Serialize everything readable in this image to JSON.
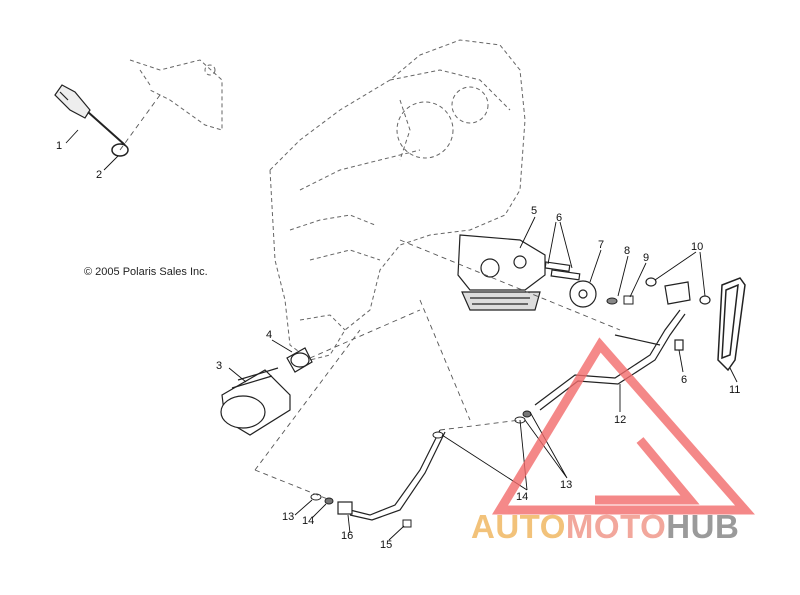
{
  "copyright": "© 2005 Polaris Sales Inc.",
  "watermark": {
    "part1": "AUTO",
    "part2": "MOTO",
    "part3": "HUB"
  },
  "callouts": {
    "c1": "1",
    "c2": "2",
    "c3": "3",
    "c4": "4",
    "c5": "5",
    "c6a": "6",
    "c6b": "6",
    "c7": "7",
    "c8": "8",
    "c9": "9",
    "c10": "10",
    "c11": "11",
    "c12": "12",
    "c13a": "13",
    "c13b": "13",
    "c14a": "14",
    "c14b": "14",
    "c15": "15",
    "c16": "16"
  },
  "colors": {
    "line": "#222222",
    "dashed": "#666666",
    "watermark_red": "#f26b6b"
  }
}
